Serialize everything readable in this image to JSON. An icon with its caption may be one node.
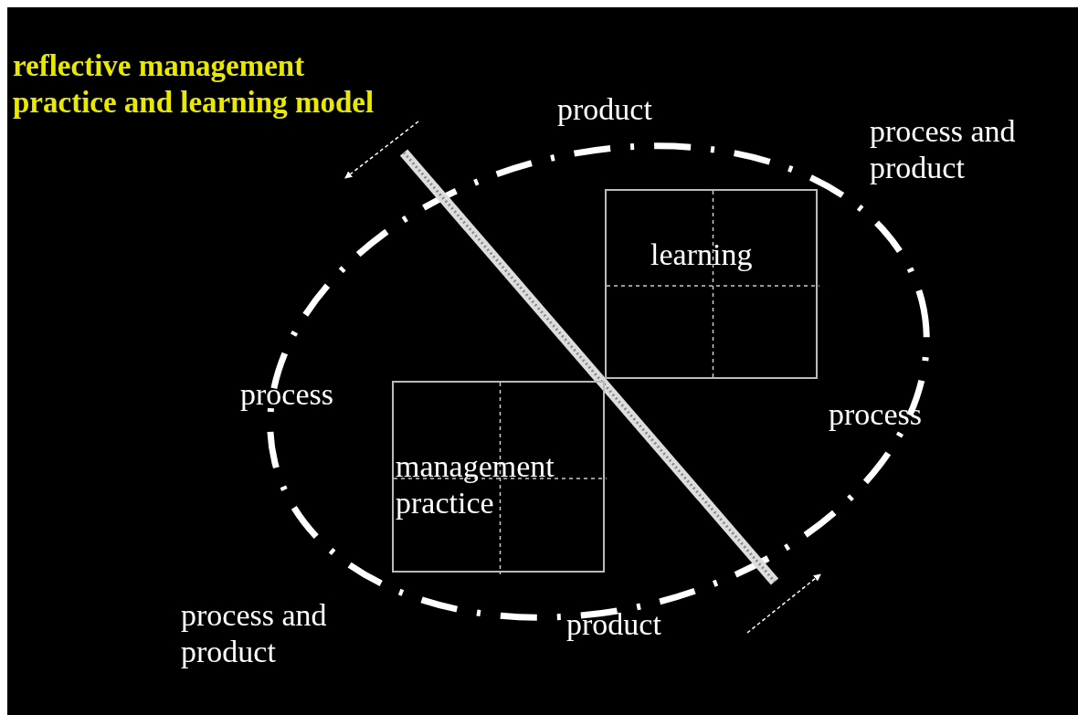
{
  "diagram": {
    "title": "reflective management practice and learning model",
    "nodes": [
      {
        "text": [
          "learning"
        ]
      },
      {
        "text": [
          "management practice"
        ]
      }
    ],
    "labels": [
      "product",
      "process and product",
      "process",
      "process",
      "process and product",
      "product"
    ]
  }
}
